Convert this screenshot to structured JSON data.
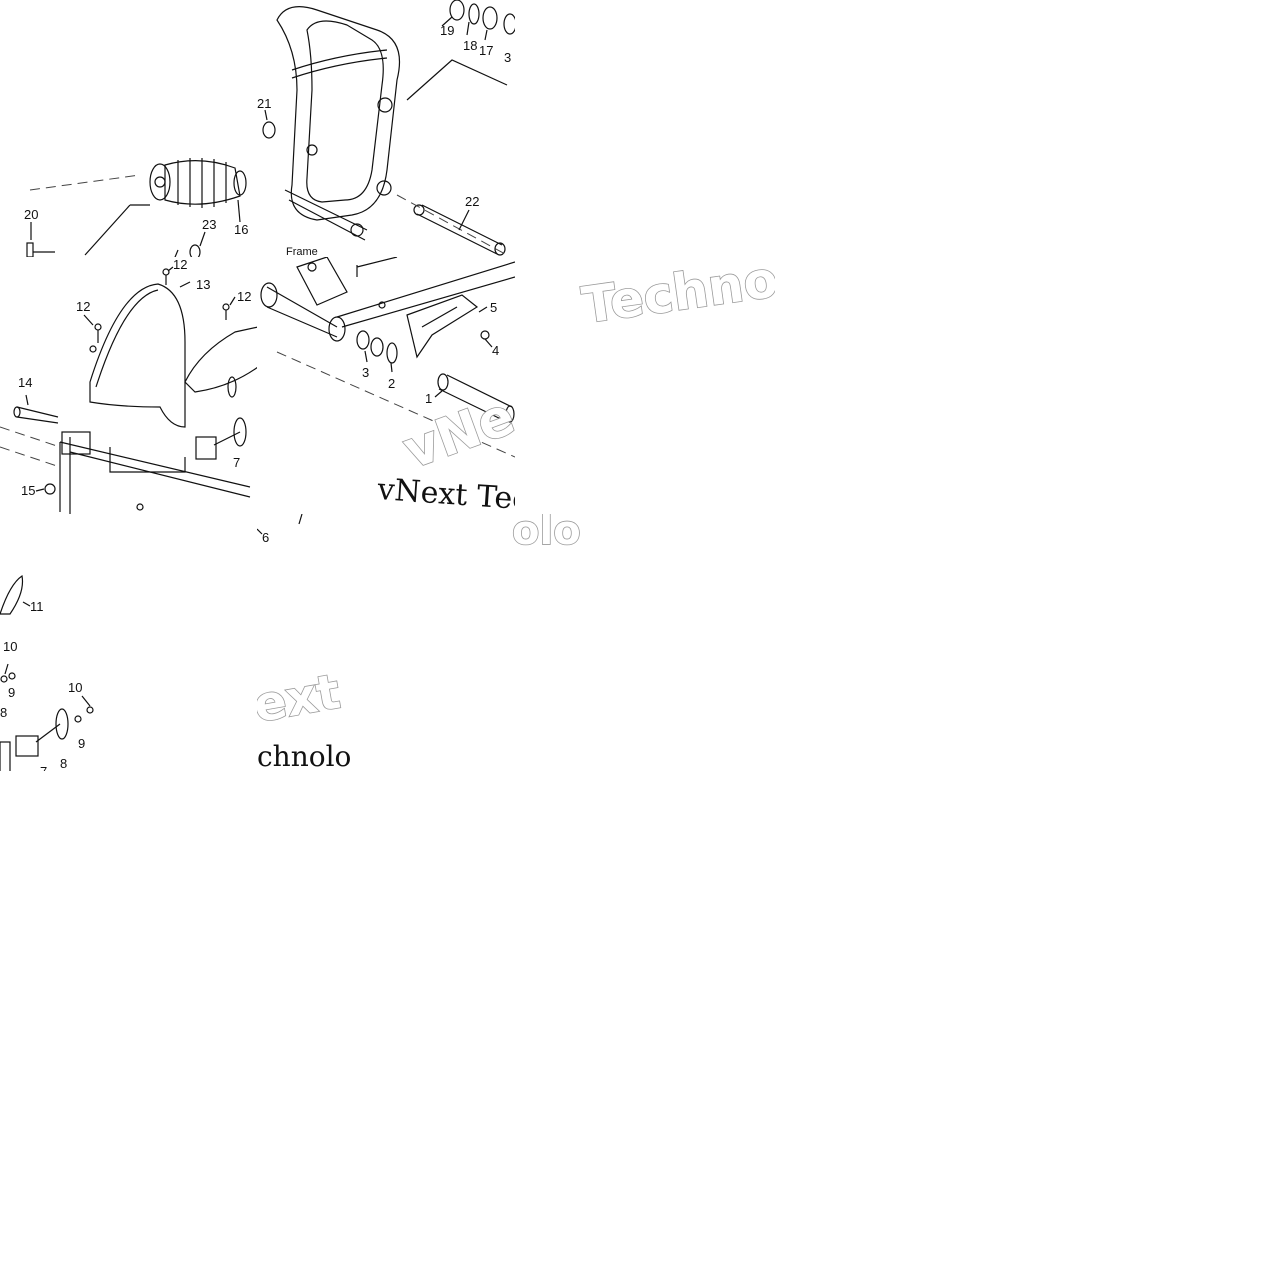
{
  "labels": {
    "n1": "1",
    "n2": "2",
    "n3": "3",
    "n4": "4",
    "n5": "5",
    "n6": "6",
    "n7": "7",
    "n8": "8",
    "n9": "9",
    "n10": "10",
    "n11": "11",
    "n12": "12",
    "n13": "13",
    "n14": "14",
    "n15": "15",
    "n16": "16",
    "n17": "17",
    "n18": "18",
    "n19": "19",
    "n20": "20",
    "n21": "21",
    "n22": "22",
    "n23": "23",
    "frame": "Frame"
  },
  "watermark": {
    "brand_outline": "Techno",
    "brand_serif": "vNext Techno",
    "fragment_a": "ext",
    "fragment_b": "chnolo",
    "fragment_c": "vNe",
    "fragment_d": "olo"
  },
  "colors": {
    "line": "#111111",
    "watermark_stroke": "#9a9a9a",
    "background": "#ffffff"
  }
}
